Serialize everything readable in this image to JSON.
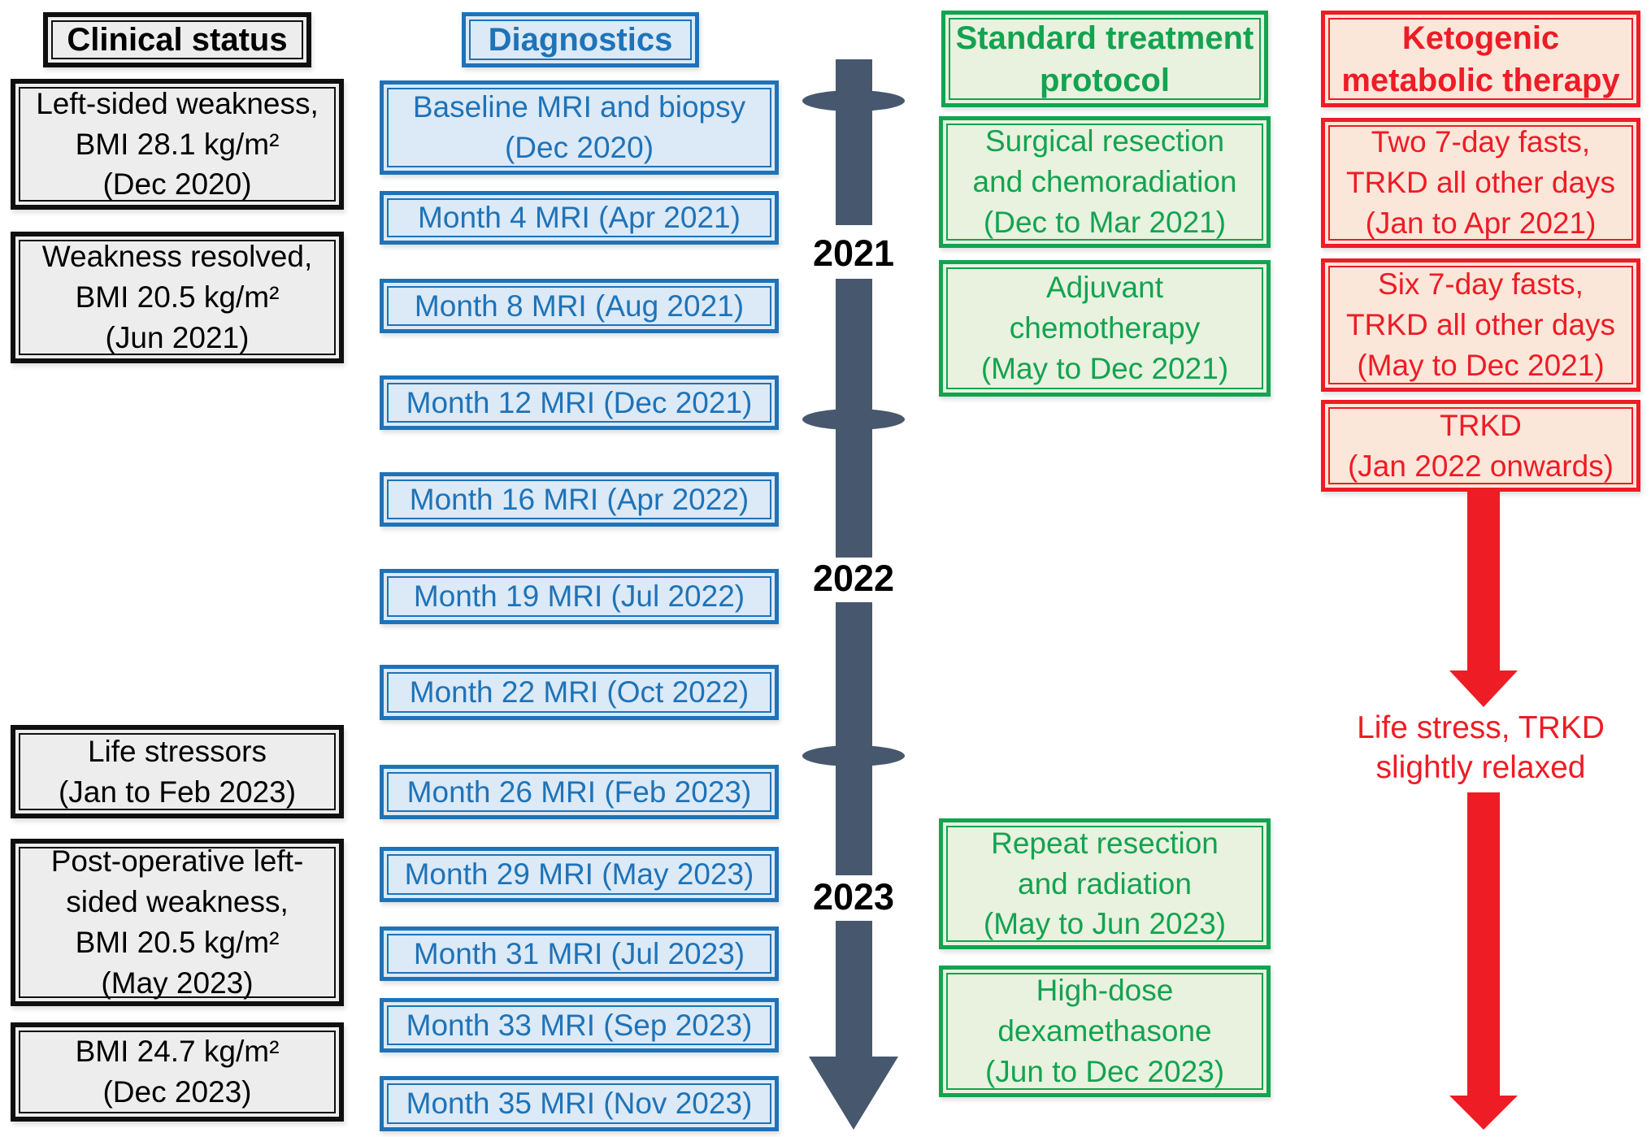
{
  "figure": {
    "description": "Patient case timeline flowchart: clinical status, diagnostics, standard treatment protocol and ketogenic metabolic therapy from Dec 2020 to Dec 2023"
  },
  "theme": {
    "gray-border": "#0f0f0f",
    "gray-fill": "#ededed",
    "gray-text": "#000000",
    "blue-border": "#1e73b8",
    "blue-fill": "#dce9f6",
    "blue-text": "#1e73b8",
    "green-border": "#13a351",
    "green-fill": "#e9f2de",
    "green-text": "#13a351",
    "red-border": "#ee1c25",
    "red-fill": "#fbe6da",
    "red-text": "#ee1c25",
    "timeline": "#47586e",
    "year-text": "#000000"
  },
  "clinical": {
    "header": "Clinical status",
    "boxes": [
      {
        "text": "Left-sided weakness,\nBMI 28.1 kg/m²\n(Dec 2020)"
      },
      {
        "text": "Weakness resolved,\nBMI 20.5 kg/m²\n(Jun 2021)"
      },
      {
        "text": "Life stressors\n(Jan to Feb 2023)"
      },
      {
        "text": "Post-operative left-\nsided weakness,\nBMI 20.5 kg/m²\n(May 2023)"
      },
      {
        "text": "BMI 24.7 kg/m²\n(Dec 2023)"
      }
    ]
  },
  "diagnostics": {
    "header": "Diagnostics",
    "boxes": [
      {
        "text": "Baseline MRI and biopsy\n(Dec 2020)"
      },
      {
        "text": "Month 4 MRI (Apr 2021)"
      },
      {
        "text": "Month 8 MRI (Aug 2021)"
      },
      {
        "text": "Month 12 MRI (Dec 2021)"
      },
      {
        "text": "Month 16 MRI (Apr 2022)"
      },
      {
        "text": "Month 19 MRI (Jul 2022)"
      },
      {
        "text": "Month 22 MRI (Oct 2022)"
      },
      {
        "text": "Month 26 MRI (Feb 2023)"
      },
      {
        "text": "Month 29 MRI (May 2023)"
      },
      {
        "text": "Month 31 MRI (Jul 2023)"
      },
      {
        "text": "Month 33 MRI (Sep 2023)"
      },
      {
        "text": "Month 35 MRI (Nov 2023)"
      }
    ]
  },
  "timeline": {
    "years": [
      "2021",
      "2022",
      "2023"
    ]
  },
  "treatment": {
    "header": "Standard treatment\nprotocol",
    "boxes": [
      {
        "text": "Surgical resection\nand chemoradiation\n(Dec to Mar 2021)"
      },
      {
        "text": "Adjuvant\nchemotherapy\n(May to Dec 2021)"
      },
      {
        "text": "Repeat resection\nand radiation\n(May to Jun 2023)"
      },
      {
        "text": "High-dose\ndexamethasone\n(Jun to Dec 2023)"
      }
    ]
  },
  "keto": {
    "header": "Ketogenic\nmetabolic therapy",
    "boxes": [
      {
        "text": "Two 7-day fasts,\nTRKD all other days\n(Jan to Apr 2021)"
      },
      {
        "text": "Six 7-day fasts,\nTRKD all other days\n(May to Dec 2021)"
      },
      {
        "text": "TRKD\n(Jan 2022 onwards)"
      }
    ],
    "note": "Life stress, TRKD\nslightly relaxed"
  }
}
